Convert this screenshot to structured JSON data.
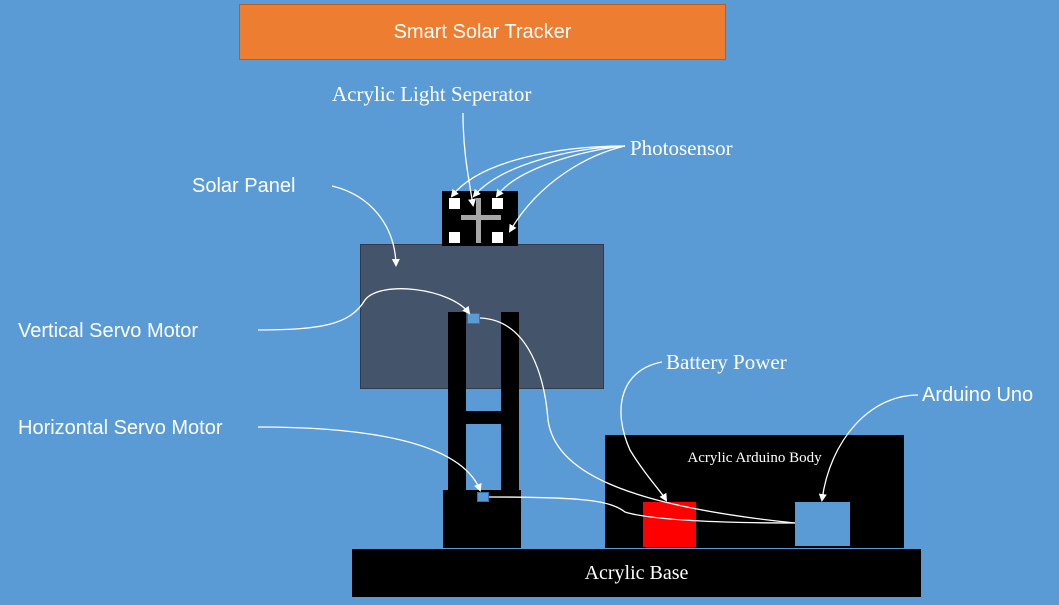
{
  "title": "Smart Solar Tracker",
  "labels": {
    "acrylic_light_separator": "Acrylic Light Seperator",
    "photosensor": "Photosensor",
    "solar_panel": "Solar Panel",
    "vertical_servo": "Vertical Servo Motor",
    "horizontal_servo": "Horizontal Servo Motor",
    "battery_power": "Battery Power",
    "arduino_uno": "Arduino Uno",
    "acrylic_arduino_body": "Acrylic Arduino Body",
    "acrylic_base": "Acrylic Base"
  },
  "colors": {
    "background": "#5b9bd5",
    "title_box": "#ed7d31",
    "solar_panel": "#44546a",
    "battery": "#ff0000",
    "structure": "#000000"
  }
}
